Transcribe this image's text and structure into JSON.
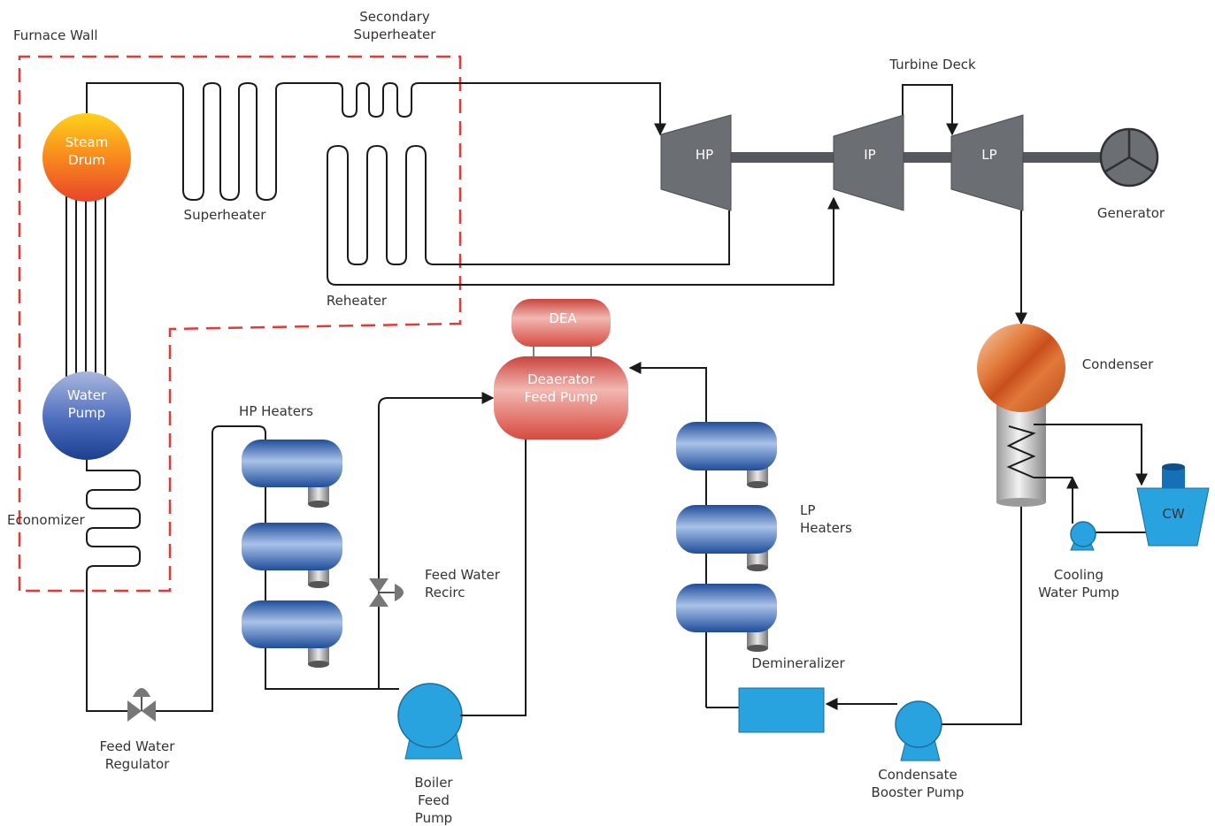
{
  "labels": {
    "furnace_wall": "Furnace Wall",
    "secondary_superheater_1": "Secondary",
    "secondary_superheater_2": "Superheater",
    "turbine_deck": "Turbine Deck",
    "steam_drum_1": "Steam",
    "steam_drum_2": "Drum",
    "superheater": "Superheater",
    "reheater": "Reheater",
    "hp": "HP",
    "ip": "IP",
    "lp": "LP",
    "generator": "Generator",
    "water_pump_1": "Water",
    "water_pump_2": "Pump",
    "economizer": "Economizer",
    "hp_heaters": "HP Heaters",
    "dea": "DEA",
    "deaerator_1": "Deaerator",
    "deaerator_2": "Feed Pump",
    "condenser": "Condenser",
    "lp_heaters_1": "LP",
    "lp_heaters_2": "Heaters",
    "cw": "CW",
    "cooling_water_pump_1": "Cooling",
    "cooling_water_pump_2": "Water Pump",
    "feed_water_recirc_1": "Feed Water",
    "feed_water_recirc_2": "Recirc",
    "demineralizer": "Demineralizer",
    "feed_water_regulator_1": "Feed Water",
    "feed_water_regulator_2": "Regulator",
    "boiler_feed_pump_1": "Boiler",
    "boiler_feed_pump_2": "Feed",
    "boiler_feed_pump_3": "Pump",
    "condensate_booster_pump_1": "Condensate",
    "condensate_booster_pump_2": "Booster Pump"
  },
  "colors": {
    "furnace_wall": "#e53935",
    "turbine": "#6b6e73",
    "pump": "#29a3e0",
    "heater": "#3a6db5",
    "deaerator": "#d9534f"
  }
}
